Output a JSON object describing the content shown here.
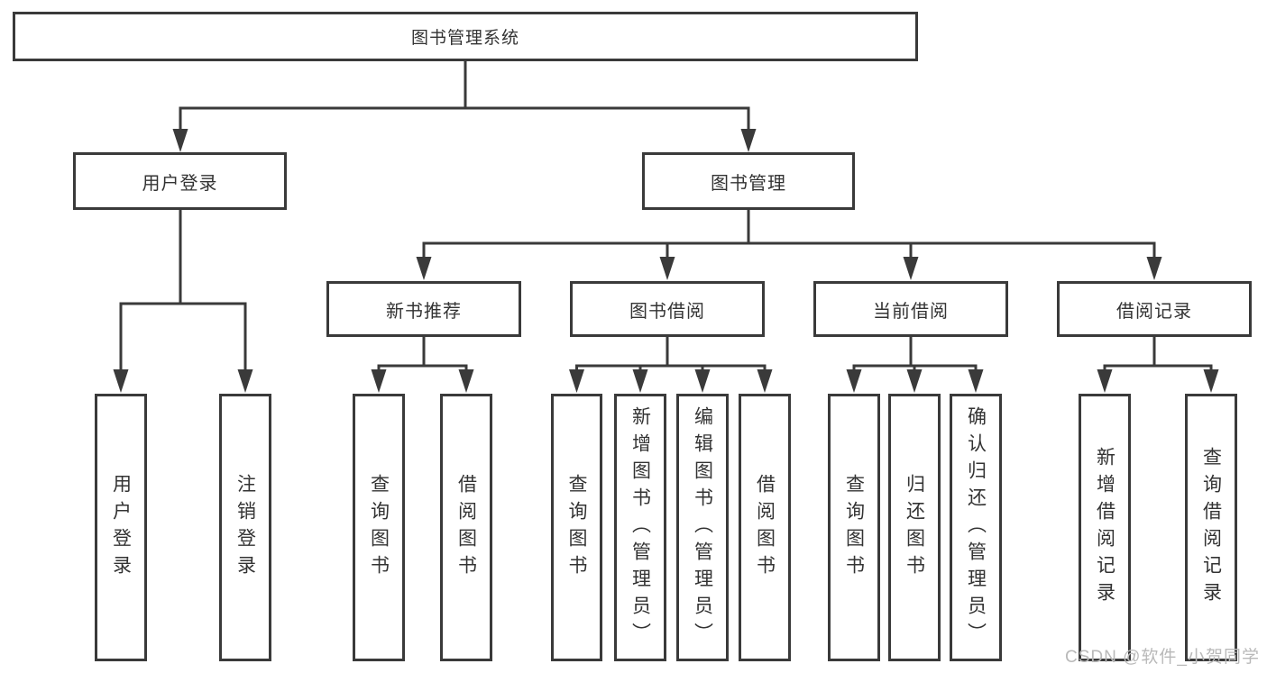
{
  "page": {
    "background": "#ffffff"
  },
  "colors": {
    "line": "#3a3a3a",
    "box_border": "#3a3a3a",
    "text": "#333333",
    "watermark_text": "#b9b9b9"
  },
  "watermark": {
    "label": "CSDN @软件_小贺同学"
  },
  "tree": {
    "label": "图书管理系统",
    "children": [
      {
        "label": "用户登录",
        "children": [
          {
            "label": "用户登录"
          },
          {
            "label": "注销登录"
          }
        ]
      },
      {
        "label": "图书管理",
        "children": [
          {
            "label": "新书推荐",
            "children": [
              {
                "label": "查询图书"
              },
              {
                "label": "借阅图书"
              }
            ]
          },
          {
            "label": "图书借阅",
            "children": [
              {
                "label": "查询图书"
              },
              {
                "label": "新增图书（管理员）"
              },
              {
                "label": "编辑图书（管理员）"
              },
              {
                "label": "借阅图书"
              }
            ]
          },
          {
            "label": "当前借阅",
            "children": [
              {
                "label": "查询图书"
              },
              {
                "label": "归还图书"
              },
              {
                "label": "确认归还（管理员）"
              }
            ]
          },
          {
            "label": "借阅记录",
            "children": [
              {
                "label": "新增借阅记录"
              },
              {
                "label": "查询借阅记录"
              }
            ]
          }
        ]
      }
    ]
  }
}
